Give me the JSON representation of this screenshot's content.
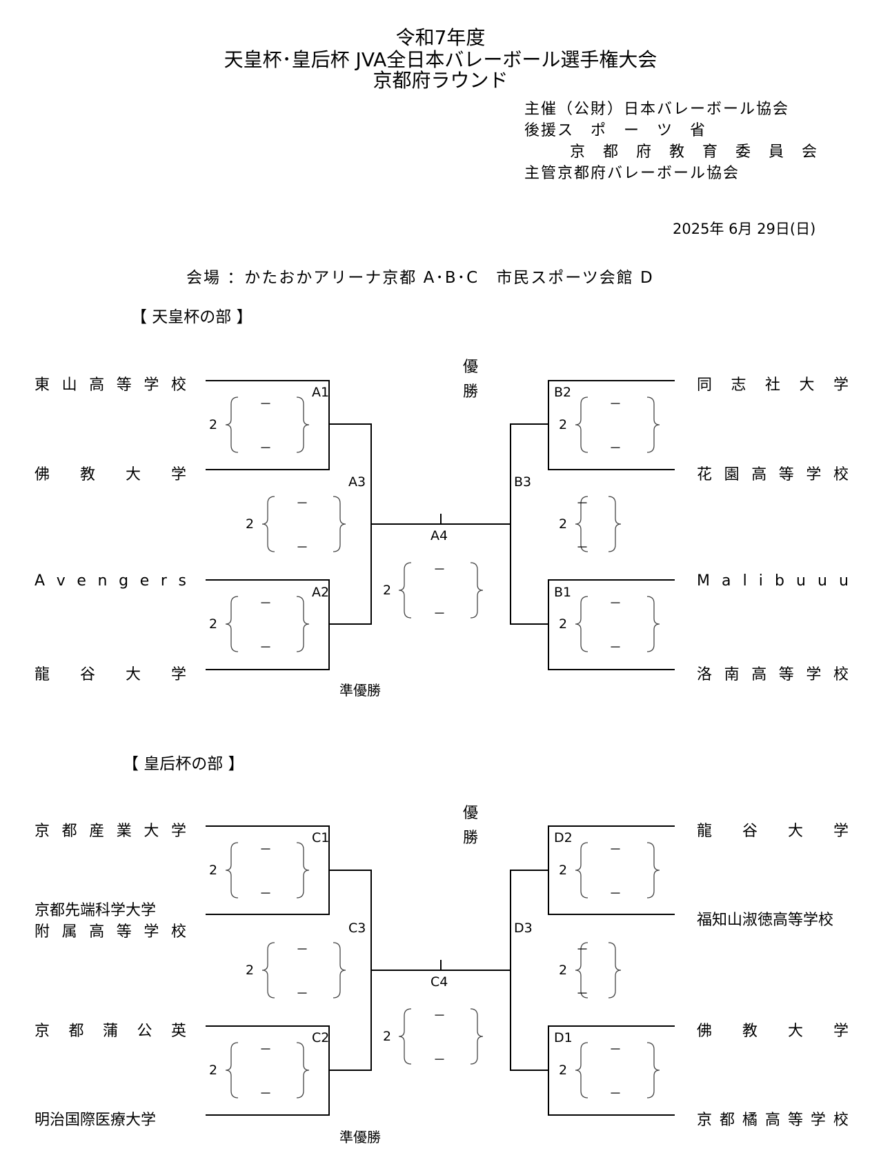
{
  "header": {
    "title_line1": "令和7年度",
    "title_line2": "天皇杯･皇后杯  JVA全日本バレーボール選手権大会",
    "title_line3": "京都府ラウンド",
    "organizers": [
      "主催（公財）日本バレーボール協会",
      "後援ス　ポ　ー　ツ　省",
      "京　都　府　教　育　委　員　会",
      "主管京都府バレーボール協会"
    ],
    "date": "2025年 6月 29日(日)",
    "venue": "会場 ：かたおかアリーナ京都 A･B･C　市民スポーツ会館 D"
  },
  "mens": {
    "section_label": "【 天皇杯の部 】",
    "winner_label": "優勝",
    "runner_up_label": "準優勝",
    "teams_left": [
      "東山高等学校",
      "佛　教　大　学",
      "Avengers",
      "龍　谷　大　学"
    ],
    "teams_right": [
      "同志社大学",
      "花園高等学校",
      "Malibuuu",
      "洛南高等学校"
    ],
    "match_labels": {
      "m1": "A1",
      "m2": "A2",
      "m3": "A3",
      "final": "A4",
      "r1": "B2",
      "r2": "B1",
      "r3": "B3"
    },
    "sets": "2",
    "dash": "－"
  },
  "womens": {
    "section_label": "【 皇后杯の部 】",
    "winner_label": "優勝",
    "runner_up_label": "準優勝",
    "teams_left": [
      "京都産業大学",
      "京都先端科学大学",
      "附属高等学校",
      "京都蒲公英",
      "明治国際医療大学"
    ],
    "teams_right": [
      "龍　谷　大　学",
      "福知山淑徳高等学校",
      "佛　教　大　学",
      "京都橘高等学校"
    ],
    "match_labels": {
      "m1": "C1",
      "m2": "C2",
      "m3": "C3",
      "final": "C4",
      "r1": "D2",
      "r2": "D1",
      "r3": "D3"
    },
    "sets": "2",
    "dash": "－"
  }
}
